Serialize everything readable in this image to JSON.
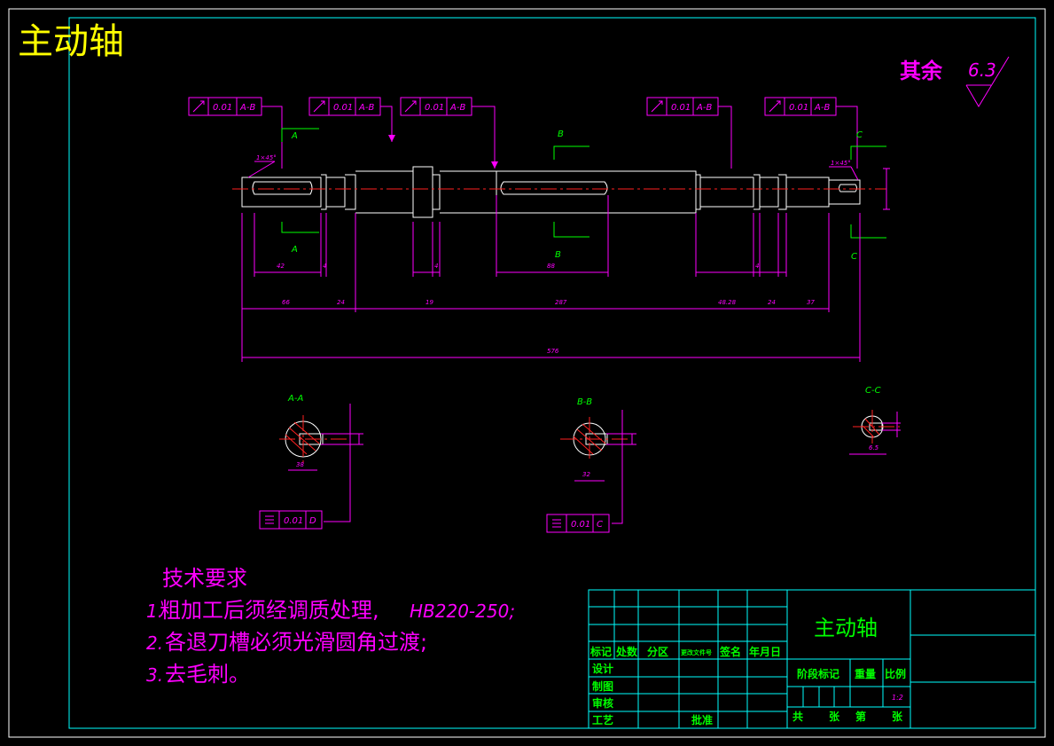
{
  "title": "主动轴",
  "roughness": {
    "label": "其余",
    "value": "6.3"
  },
  "tolerance_frames": [
    {
      "value": "0.01",
      "datum": "A-B"
    },
    {
      "value": "0.01",
      "datum": "A-B"
    },
    {
      "value": "0.01",
      "datum": "A-B"
    },
    {
      "value": "0.01",
      "datum": "A-B"
    },
    {
      "value": "0.01",
      "datum": "A-B"
    }
  ],
  "section_marks": {
    "a": "A",
    "b": "B",
    "c": "C"
  },
  "section_titles": {
    "aa": "A-A",
    "bb": "B-B",
    "cc": "C-C"
  },
  "flatness_frames": [
    {
      "value": "0.01",
      "datum": "D"
    },
    {
      "value": "0.01",
      "datum": "C"
    }
  ],
  "small_dims": {
    "chamfer_left": "1×45°",
    "chamfer_right": "1×45°",
    "dim_42": "42",
    "dim_4a": "4",
    "dim_4b": "4",
    "dim_88": "88",
    "dim_4c": "4",
    "dim_66": "66",
    "dim_24a": "24",
    "dim_19": "19",
    "dim_287": "287",
    "dim_48": "48.28",
    "dim_24b": "24",
    "dim_37": "37",
    "dim_576": "576",
    "sec_a_h": "38",
    "sec_b_h": "32",
    "sec_c_d": "6.5"
  },
  "tech_req": {
    "heading": "技术要求",
    "items": [
      {
        "num": "1.",
        "text": "粗加工后须经调质处理,",
        "extra": "HB220-250;"
      },
      {
        "num": "2.",
        "text": "各退刀槽必须光滑圆角过渡;",
        "extra": ""
      },
      {
        "num": "3.",
        "text": "去毛刺。",
        "extra": ""
      }
    ]
  },
  "title_block": {
    "part_name": "主动轴",
    "header_row": [
      "标记",
      "处数",
      "分区",
      "更改文件号",
      "签名",
      "年月日"
    ],
    "rows": [
      "设计",
      "制图",
      "审核",
      "工艺"
    ],
    "approve": "批准",
    "stage_label": "阶段标记",
    "weight_label": "重量",
    "scale_label": "比例",
    "scale_value": "1:2",
    "sheets": [
      "共",
      "张",
      "第",
      "张"
    ]
  }
}
